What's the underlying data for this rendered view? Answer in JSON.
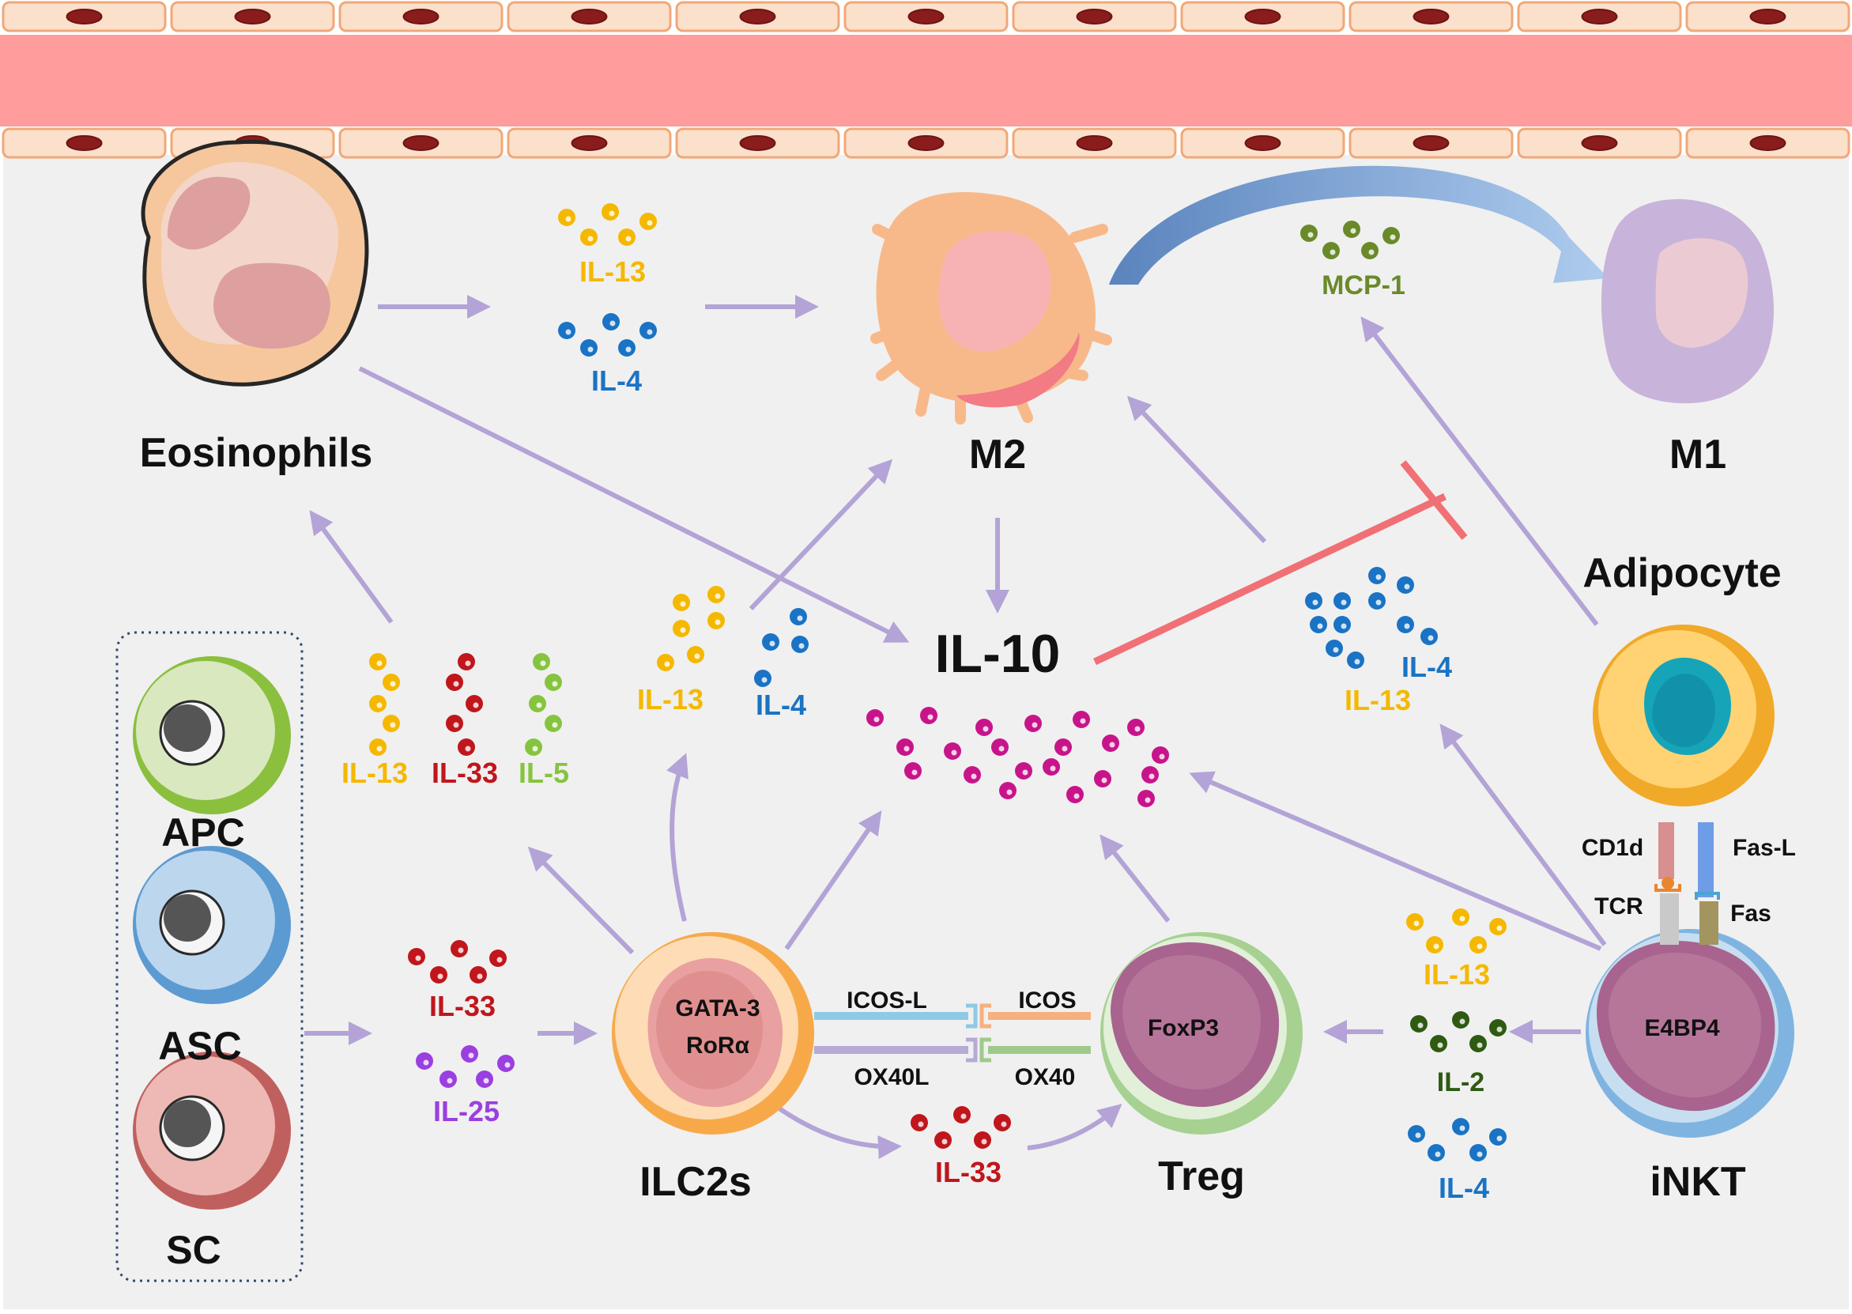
{
  "cell_labels": {
    "eosinophils": "Eosinophils",
    "m2": "M2",
    "m1": "M1",
    "adipocyte": "Adipocyte",
    "apc": "APC",
    "asc": "ASC",
    "sc": "SC",
    "ilc2s": "ILC2s",
    "treg": "Treg",
    "inkt": "iNKT"
  },
  "central_label": "IL-10",
  "nucleus_labels": {
    "ilc2_line1": "GATA-3",
    "ilc2_line2": "RoRα",
    "treg": "FoxP3",
    "inkt": "E4BP4"
  },
  "cytokine_labels": {
    "eos_m2_il13": "IL-13",
    "eos_m2_il4": "IL-4",
    "mcp1": "MCP-1",
    "ilc2_m2_il13": "IL-13",
    "ilc2_m2_il4": "IL-4",
    "ilc2_out_il13": "IL-13",
    "ilc2_out_il33": "IL-33",
    "ilc2_out_il5": "IL-5",
    "ilc2_in_il33": "IL-33",
    "ilc2_in_il25": "IL-25",
    "ilc2_treg_il33": "IL-33",
    "inkt_m2_il4": "IL-4",
    "inkt_m2_il13": "IL-13",
    "inkt_treg_il13": "IL-13",
    "inkt_treg_il2": "IL-2",
    "inkt_treg_il4": "IL-4"
  },
  "receptor_labels": {
    "icos_l": "ICOS-L",
    "icos": "ICOS",
    "ox40l": "OX40L",
    "ox40": "OX40",
    "cd1d": "CD1d",
    "fas_l": "Fas-L",
    "tcr": "TCR",
    "fas": "Fas"
  },
  "colors": {
    "il13": "#f5b800",
    "il4": "#1a73c4",
    "il33": "#c0161c",
    "il5": "#86c440",
    "il25": "#9b3fe0",
    "il2": "#2e5a12",
    "mcp1": "#6a8a2a",
    "il10_dots": "#c8148a",
    "arrow": "#b3a3d6",
    "inhibit": "#f07075",
    "vessel": "#ff9c9c",
    "background": "#f0f0f0"
  }
}
